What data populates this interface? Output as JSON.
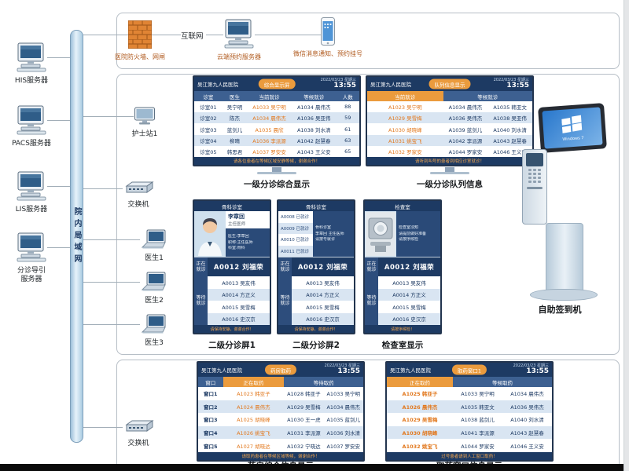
{
  "colors": {
    "navy": "#1d3a63",
    "orange": "#eb9b3d",
    "accent_text": "#e2791f",
    "row_alt": "#d9e5f2"
  },
  "network": {
    "lan_label": "院内局域网",
    "server_labels": [
      "HIS服务器",
      "PACS服务器",
      "LIS服务器",
      "分诊导引服务器"
    ],
    "firewall_label": "医院防火墙、网闸",
    "internet_label": "互联网",
    "cloud_server_label": "云端预约服务器",
    "wechat_label": "微信消息通知、预约挂号",
    "nurse_station_label": "护士站1",
    "switch_top_label": "交换机",
    "doctor_labels": [
      "医生1",
      "医生2",
      "医生3"
    ],
    "switch_bottom_label": "交换机",
    "kiosk_label": "自助签到机",
    "kiosk_screen_text": "Windows 7"
  },
  "screen_common": {
    "hospital": "吴江第九人民医院",
    "date": "2022/03/23 星期三",
    "time": "13:55"
  },
  "comprehensive": {
    "badge": "综合显示屏",
    "columns": [
      "诊室",
      "医生",
      "当前就诊",
      "等候就诊",
      "人数"
    ],
    "rows": [
      {
        "room": "诊室01",
        "doctor": "吴宁明",
        "current": "A1033 吴宁明",
        "waiting": "A1034 晨伟杰",
        "count": "88"
      },
      {
        "room": "诊室02",
        "doctor": "陈杰",
        "current": "A1034 晨伟杰",
        "waiting": "A1036 吴亚伟",
        "count": "59"
      },
      {
        "room": "诊室03",
        "doctor": "蓝剑儿",
        "current": "A1035 晨欣",
        "waiting": "A1038 刘水清",
        "count": "61"
      },
      {
        "room": "诊室04",
        "doctor": "柳晴",
        "current": "A1036 李派源",
        "waiting": "A1042 赵慧春",
        "count": "63"
      },
      {
        "room": "诊室05",
        "doctor": "韩思君",
        "current": "A1037 罗安安",
        "waiting": "A1043 王义安",
        "count": "65"
      }
    ],
    "marquee": "请各位患者在等候区域安静等候，谢谢合作！",
    "caption": "一级分诊综合显示"
  },
  "queue": {
    "badge": "队列信息显示",
    "columns": [
      "当前就诊",
      "等候就诊"
    ],
    "rows": [
      {
        "current": "A1023 吴宁明",
        "w1": "A1034 晨伟杰",
        "w2": "A1035 韩亚文"
      },
      {
        "current": "A1029 吴雪梅",
        "w1": "A1036 吴伟杰",
        "w2": "A1038 吴亚伟"
      },
      {
        "current": "A1030 胡晓峰",
        "w1": "A1039 蓝剑儿",
        "w2": "A1040 刘水清"
      },
      {
        "current": "A1031 姚宝飞",
        "w1": "A1042 李派源",
        "w2": "A1043 赵慧春"
      },
      {
        "current": "A1032 罗家安",
        "w1": "A1044 罗家安",
        "w2": "A1046 王义安"
      }
    ],
    "marquee": "请听到叫号的患者到相应诊室就诊！",
    "caption": "一级分诊队列信息"
  },
  "room_screen1": {
    "badge": "骨科诊室",
    "doctor_name": "李章回",
    "doctor_title": "主任医师",
    "info_lines": [
      "医生:李章回",
      "职称:主任医师",
      "科室:骨科"
    ],
    "current_label": "正在就诊",
    "current": "A0012 刘福荣",
    "waiting_label": "等待就诊",
    "waiting": [
      "A0013 吴友伟",
      "A0014 方正义",
      "A0015 吴雪梅",
      "A0016 史汉京"
    ],
    "marquee": "请保持安静，谢谢合作！",
    "caption": "二级分诊屏1"
  },
  "room_screen2": {
    "badge": "骨科诊室",
    "done_list": [
      "A0008 已就诊",
      "A0009 已就诊",
      "A0010 已就诊",
      "A0011 已就诊"
    ],
    "info_lines": [
      "骨科诊室",
      "李章回 主任医师",
      "请按号就诊"
    ],
    "current_label": "正在就诊",
    "current": "A0012 刘福荣",
    "waiting_label": "等待就诊",
    "waiting": [
      "A0013 吴友伟",
      "A0014 方正义",
      "A0015 吴雪梅",
      "A0016 史汉京"
    ],
    "marquee": "请保持安静，谢谢合作！",
    "caption": "二级分诊屏2"
  },
  "exam_screen": {
    "badge": "检查室",
    "info_lines": [
      "检查室须知",
      "请提前做好准备",
      "请按序候检"
    ],
    "current_label": "正在就诊",
    "current": "A0012 刘福荣",
    "waiting_label": "等待就诊",
    "waiting": [
      "A0013 吴友伟",
      "A0014 方正义",
      "A0015 吴雪梅",
      "A0016 史汉京"
    ],
    "marquee": "请按序候检！",
    "caption": "检查室显示"
  },
  "pharmacy_main": {
    "badge": "药房取药",
    "columns": [
      "窗口",
      "正在取药",
      "等待取药"
    ],
    "rows": [
      {
        "window": "窗口1",
        "current": "A1023 韩亚子",
        "w1": "A1028 韩亚子",
        "w2": "A1033 吴宁明"
      },
      {
        "window": "窗口2",
        "current": "A1024 晨伟杰",
        "w1": "A1029 吴雪梅",
        "w2": "A1034 晨伟杰"
      },
      {
        "window": "窗口3",
        "current": "A1025 胡晓峰",
        "w1": "A1030 王一虎",
        "w2": "A1035 蓝剑儿"
      },
      {
        "window": "窗口4",
        "current": "A1026 姚宝飞",
        "w1": "A1031 李派源",
        "w2": "A1036 刘水清"
      },
      {
        "window": "窗口5",
        "current": "A1027 胡晓达",
        "w1": "A1032 宁晓达",
        "w2": "A1037 罗安安"
      }
    ],
    "marquee": "请取药患者在等候区域等候，谢谢合作！",
    "caption": "药房综合信息显示"
  },
  "pharmacy_window": {
    "badge": "取药窗口1",
    "columns": [
      "正在取药",
      "等候取药"
    ],
    "rows": [
      {
        "current": "A1025 韩亚子",
        "w1": "A1033 吴宁明",
        "w2": "A1034 晨伟杰"
      },
      {
        "current": "A1026 晨伟杰",
        "w1": "A1035 韩亚文",
        "w2": "A1036 吴伟杰"
      },
      {
        "current": "A1029 吴雪梅",
        "w1": "A1038 蓝剑儿",
        "w2": "A1040 刘水清"
      },
      {
        "current": "A1030 胡晓峰",
        "w1": "A1041 李派源",
        "w2": "A1043 赵慧春"
      },
      {
        "current": "A1032 姚宝飞",
        "w1": "A1044 罗家安",
        "w2": "A1046 王义安"
      }
    ],
    "marquee": "过号患者请到人工窗口取药！",
    "caption": "取药窗口信息显示"
  }
}
